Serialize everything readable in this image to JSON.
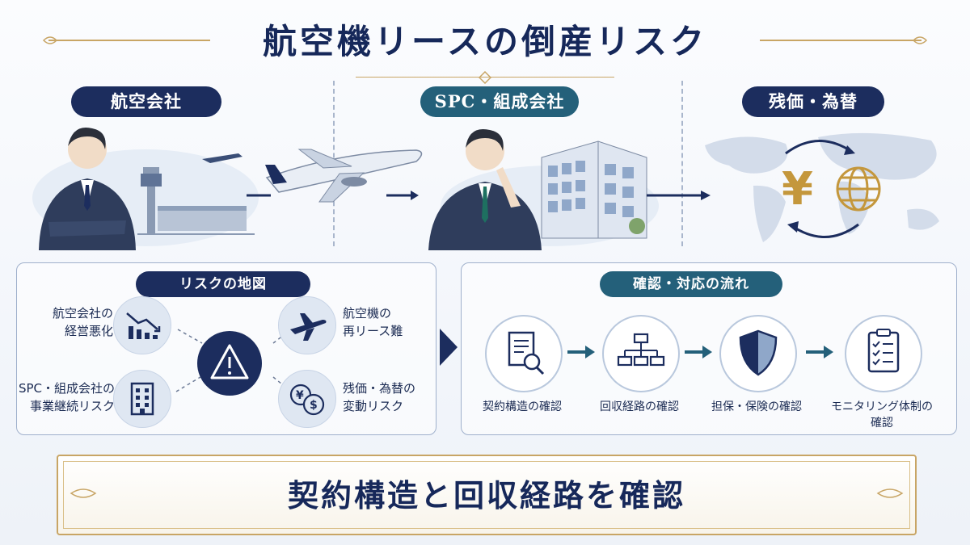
{
  "title": "航空機リースの倒産リスク",
  "top_sections": {
    "airline": "航空会社",
    "spc": "SPC・組成会社",
    "residual": "残価・為替"
  },
  "risk_map": {
    "heading": "リスクの地図",
    "items": [
      {
        "line1": "航空会社の",
        "line2": "経営悪化",
        "icon": "declining-chart-icon"
      },
      {
        "line1": "航空機の",
        "line2": "再リース難",
        "icon": "airplane-icon"
      },
      {
        "line1": "SPC・組成会社の",
        "line2": "事業継続リスク",
        "icon": "building-icon"
      },
      {
        "line1": "残価・為替の",
        "line2": "変動リスク",
        "icon": "currency-icon"
      }
    ],
    "center_icon": "warning-icon"
  },
  "flow": {
    "heading": "確認・対応の流れ",
    "steps": [
      {
        "label": "契約構造の確認",
        "icon": "document-search-icon"
      },
      {
        "label": "回収経路の確認",
        "icon": "org-chart-icon"
      },
      {
        "label": "担保・保険の確認",
        "icon": "shield-icon"
      },
      {
        "label": "モニタリング体制の\n確認",
        "icon": "checklist-icon"
      }
    ]
  },
  "banner": "契約構造と回収経路を確認",
  "colors": {
    "navy": "#1c2d5e",
    "teal": "#24607a",
    "gold": "#c8a565",
    "currency": "#c4973c"
  }
}
